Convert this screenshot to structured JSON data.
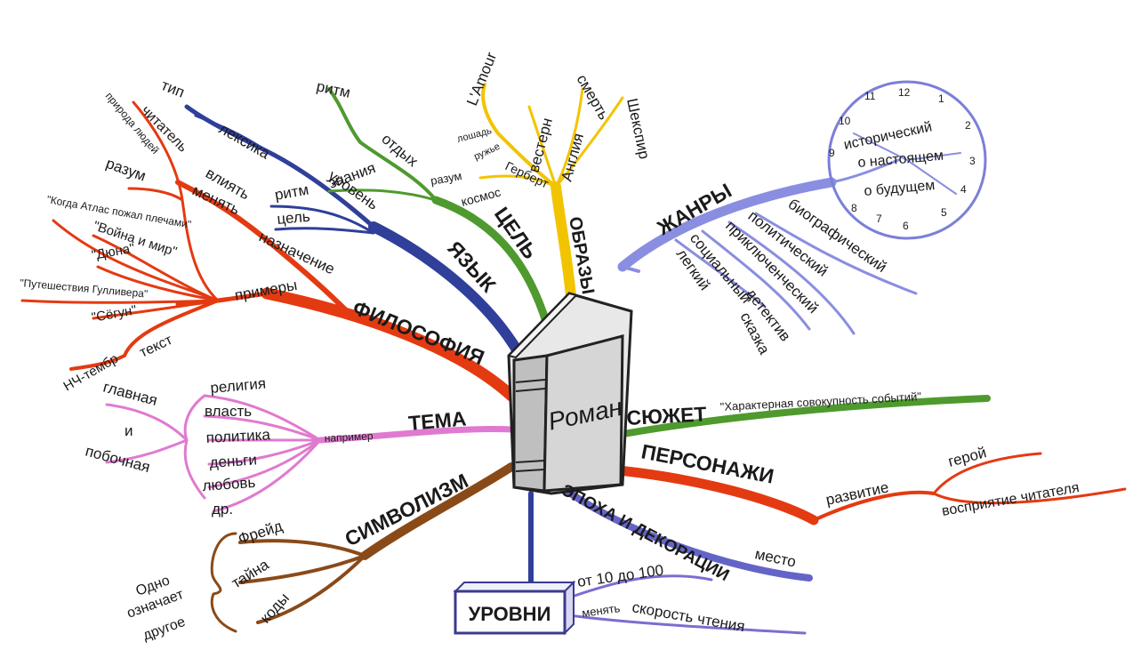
{
  "center": "Роман",
  "colors": {
    "red": "#e43a12",
    "navy": "#2f3f9a",
    "green": "#4e9a2e",
    "yellow": "#f2c400",
    "purple": "#8a8ee0",
    "orange_red": "#ea4d12",
    "pink": "#e07ad0",
    "brown": "#8a4a18",
    "blue_violet": "#6464c8"
  },
  "branches": {
    "philosophy": {
      "label": "ФИЛОСОФИЯ",
      "sub": [
        "назначение",
        "примеры",
        "влиять",
        "менять",
        "разум",
        "читатель",
        "природа людей",
        "текст",
        "НЧ-тембр"
      ],
      "examples": [
        "\"Когда Атлас пожал плечами\"",
        "\"Война и мир\"",
        "\"Дюна\"",
        "\"Путешествия Гулливера\"",
        "\"Сёгун\""
      ]
    },
    "language": {
      "label": "ЯЗЫК",
      "sub": [
        "уровень",
        "ритм",
        "цель",
        "лексика",
        "тип"
      ]
    },
    "purpose": {
      "label": "ЦЕЛЬ",
      "sub": [
        "знания",
        "отдых",
        "ритм"
      ]
    },
    "images": {
      "label": "ОБРАЗЫ",
      "sub": [
        "L'Amour",
        "вестерн",
        "лошадь",
        "ружье",
        "разум",
        "Герберт",
        "космос",
        "Англия",
        "смерть",
        "Шекспир"
      ]
    },
    "genres": {
      "label": "ЖАНРЫ",
      "sub": [
        "биографический",
        "политический",
        "приключенческий",
        "социальный",
        "детектив",
        "легкий",
        "сказка"
      ],
      "clock": [
        "исторический",
        "о настоящем",
        "о будущем"
      ],
      "clock_numbers": [
        "12",
        "11",
        "10",
        "9",
        "8",
        "7",
        "6",
        "5",
        "4",
        "3",
        "2",
        "1"
      ]
    },
    "plot": {
      "label": "СЮЖЕТ",
      "quote": "\"Характерная совокупность событий\""
    },
    "characters": {
      "label": "ПЕРСОНАЖИ",
      "sub": [
        "развитие",
        "герой",
        "восприятие читателя"
      ]
    },
    "epoch": {
      "label": "ЭПОХА И ДЕКОРАЦИИ",
      "sub": [
        "место"
      ]
    },
    "levels": {
      "label": "УРОВНИ",
      "sub": [
        "от 10 до 100",
        "менять",
        "скорость чтения"
      ]
    },
    "symbolism": {
      "label": "СИМВОЛИЗМ",
      "sub": [
        "Фрейд",
        "тайна",
        "коды"
      ],
      "note": [
        "Одно",
        "означает",
        "другое"
      ]
    },
    "theme": {
      "label": "ТЕМА",
      "connector": "например",
      "sub": [
        "религия",
        "власть",
        "политика",
        "деньги",
        "любовь",
        "др."
      ],
      "kinds": [
        "главная",
        "и",
        "побочная"
      ]
    }
  }
}
